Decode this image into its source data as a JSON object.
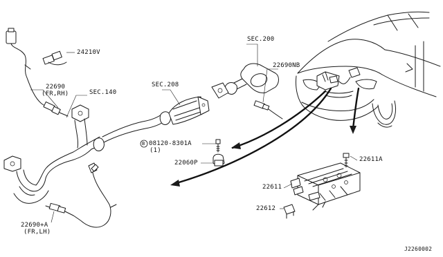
{
  "diagram": {
    "callouts": {
      "sensor_24210v": "24210V",
      "sensor_22690": "22690",
      "sensor_22690_loc": "(FR,RH)",
      "sec_140": "SEC.140",
      "sec_208": "SEC.208",
      "sec_200": "SEC.200",
      "sensor_22690nb": "22690NB",
      "bolt_marker": "B",
      "bolt_08120": "08120-8301A",
      "bolt_qty": "(1)",
      "bracket_22060p": "22060P",
      "bolt_22611a": "22611A",
      "module_22611": "22611",
      "clip_22612": "22612",
      "sensor_22690a": "22690+A",
      "sensor_22690a_loc": "(FR,LH)"
    },
    "diagram_id": "J2260002"
  }
}
